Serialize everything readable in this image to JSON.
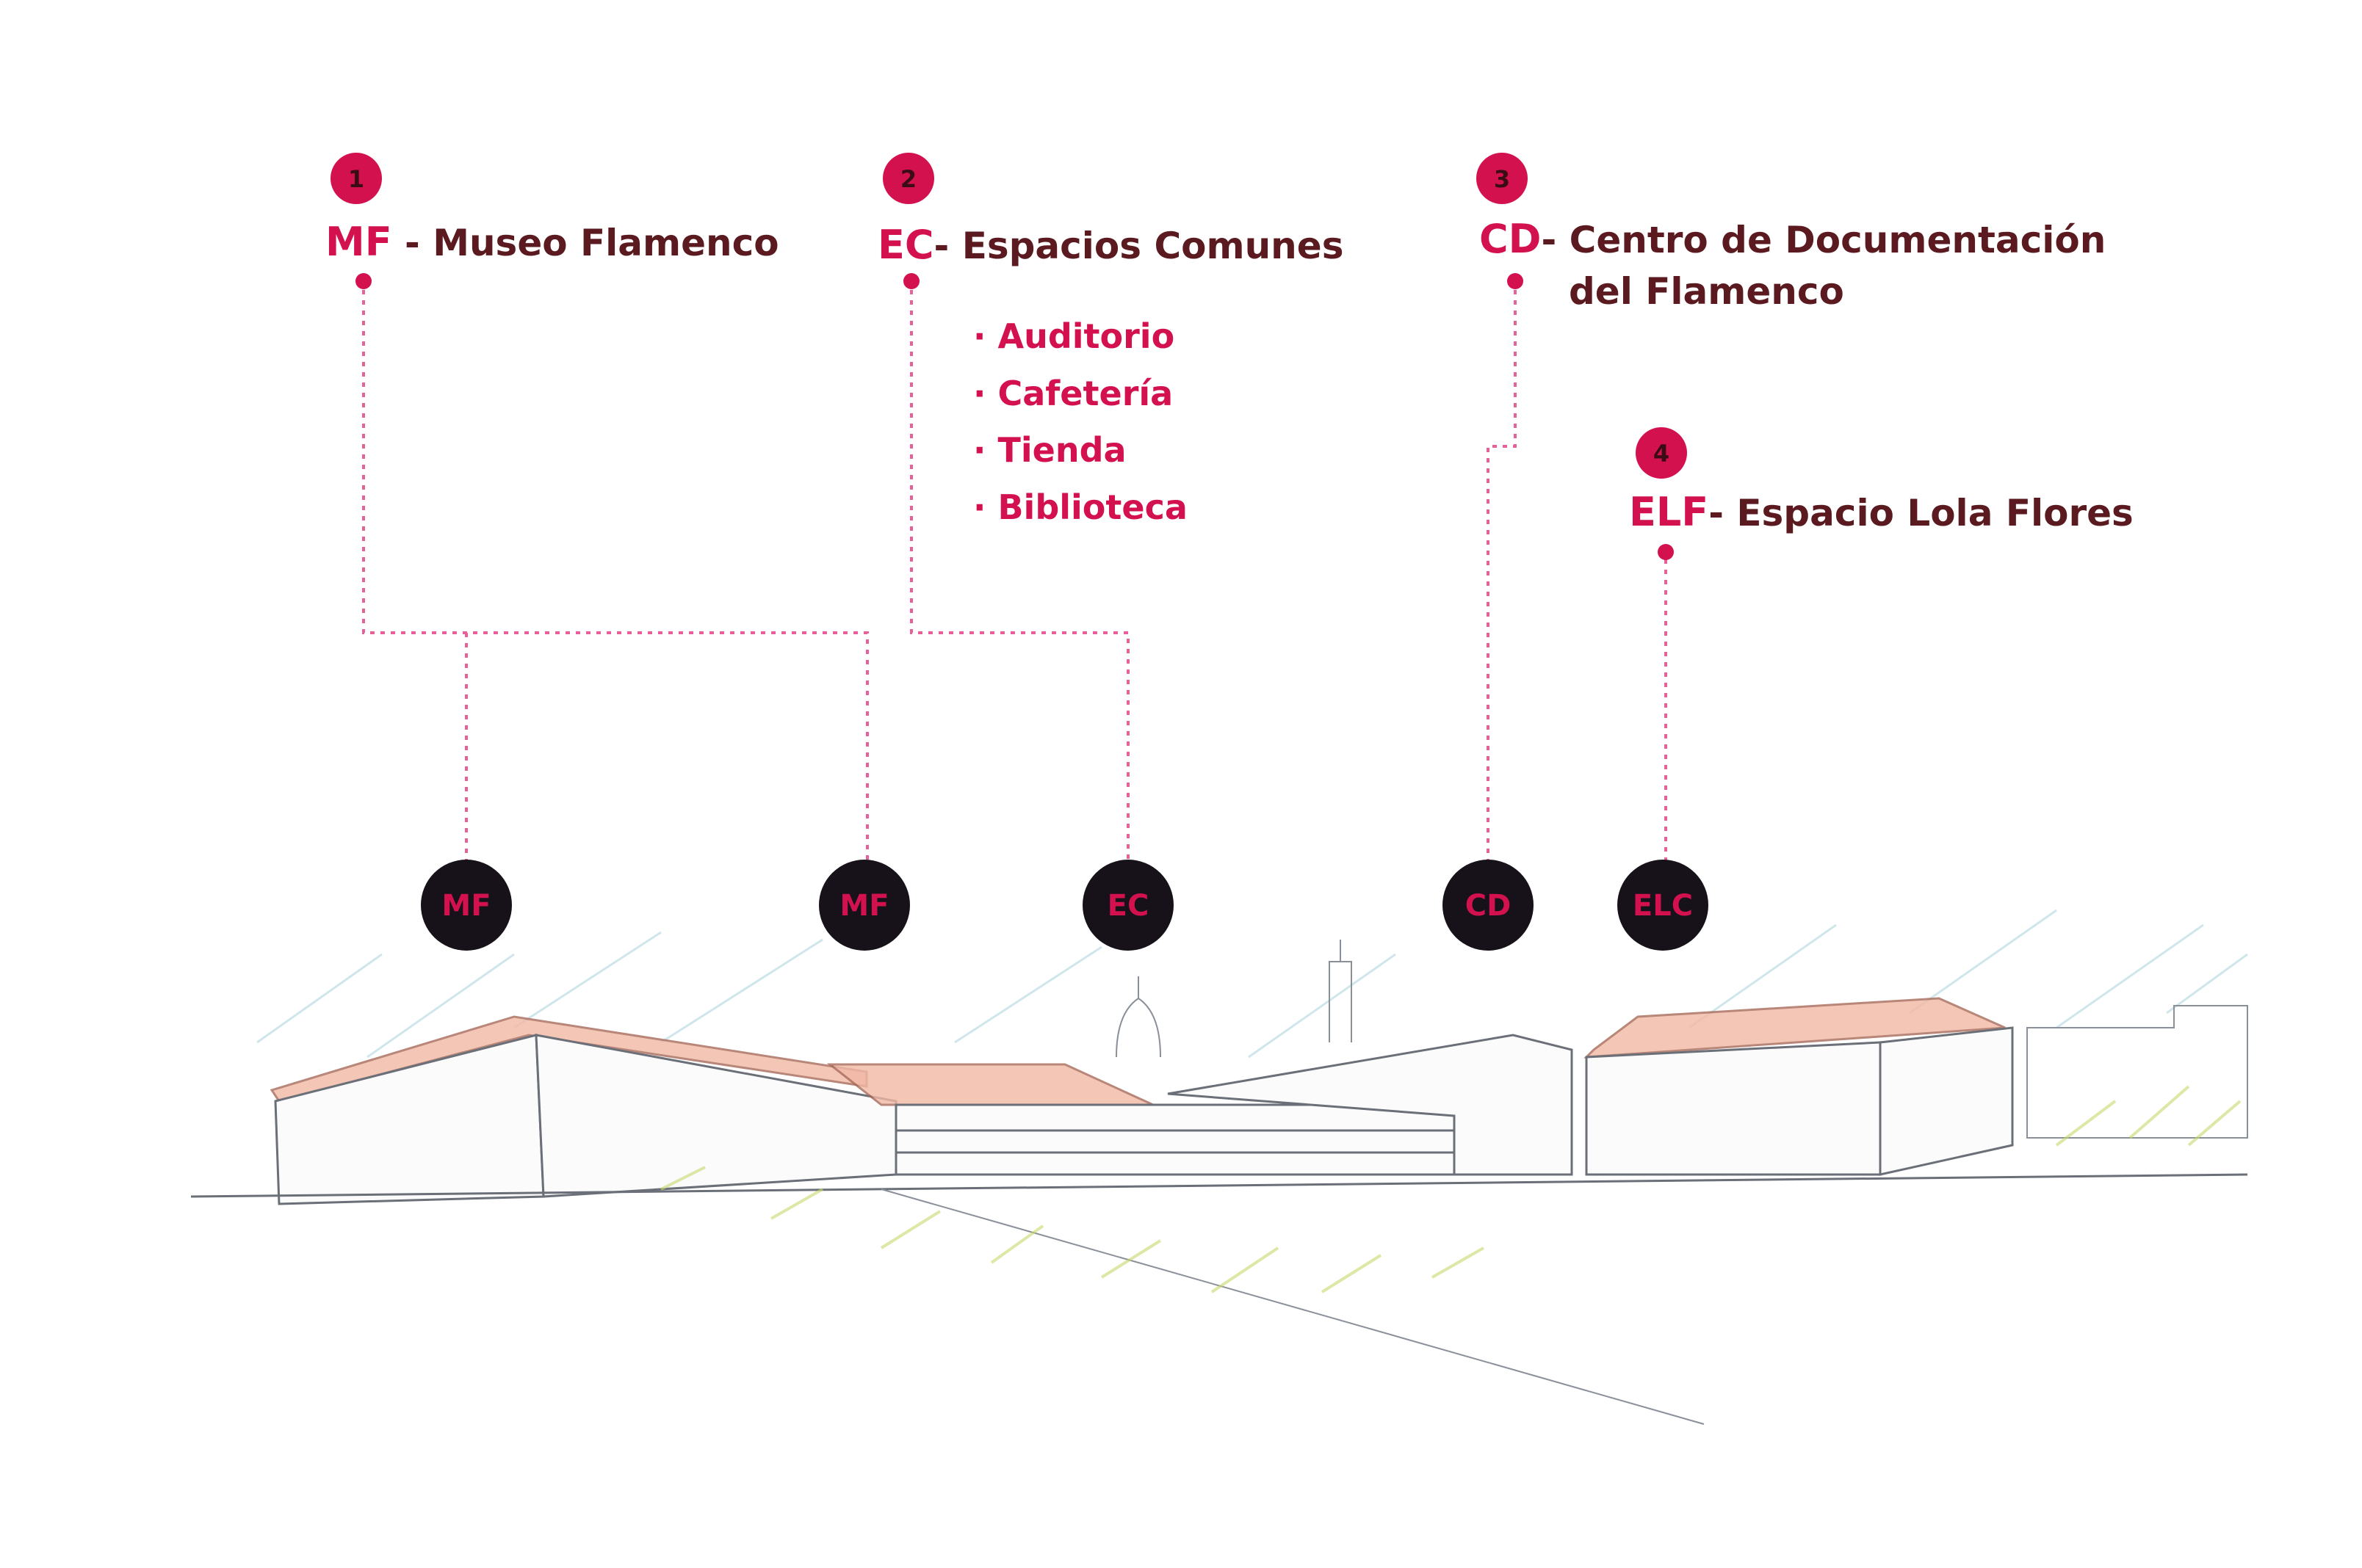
{
  "legend": [
    {
      "number": "1",
      "code": "MF",
      "separator": " - ",
      "name": "Museo Flamenco"
    },
    {
      "number": "2",
      "code": "EC",
      "separator": "- ",
      "name": "Espacios Comunes",
      "items": [
        "· Auditorio",
        "· Cafetería",
        "· Tienda",
        "· Biblioteca"
      ]
    },
    {
      "number": "3",
      "code": "CD",
      "separator": "- ",
      "name_line1": "Centro de Documentación",
      "name_line2": "del Flamenco"
    },
    {
      "number": "4",
      "code": "ELF",
      "separator": "- ",
      "name": "Espacio Lola Flores"
    }
  ],
  "markers": [
    "MF",
    "MF",
    "EC",
    "CD",
    "ELC"
  ],
  "colors": {
    "accent": "#d4114f",
    "text": "#5a1a1f",
    "marker": "#17121a"
  }
}
